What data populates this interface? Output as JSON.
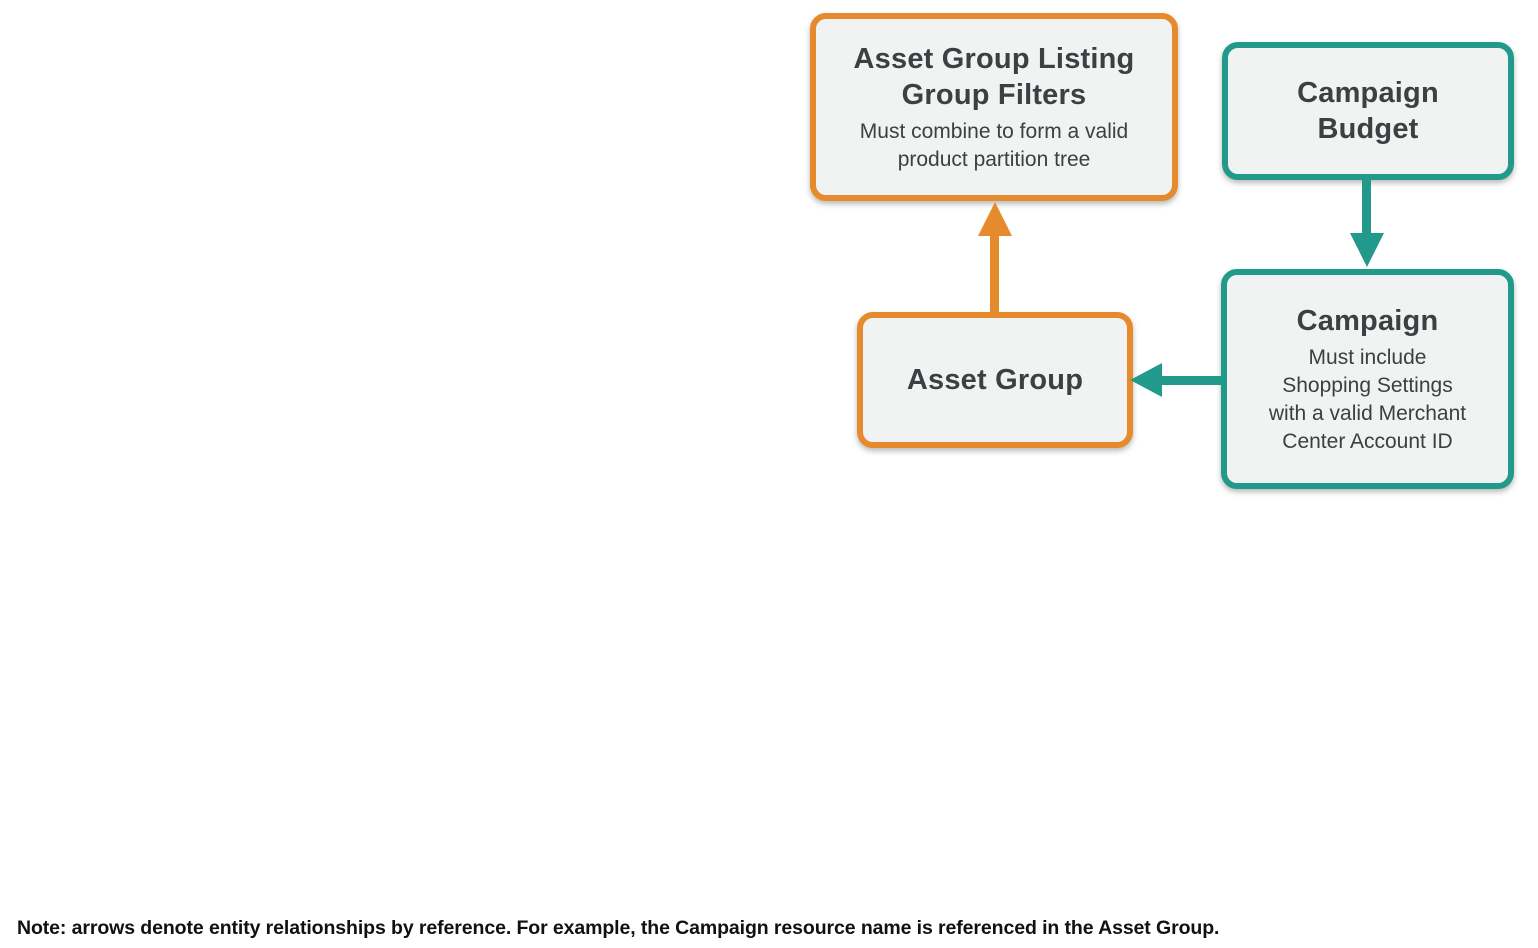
{
  "colors": {
    "orange_accent": "#E68A2E",
    "teal_accent": "#21998B",
    "node_fill": "#F1F2F2",
    "node_text": "#3C4043",
    "note_text": "#111111",
    "background": "#FFFFFF"
  },
  "nodes": {
    "listing_group_filters": {
      "title": "Asset Group Listing\nGroup Filters",
      "subtitle": "Must combine to form a valid\nproduct partition tree",
      "accent": "orange"
    },
    "campaign_budget": {
      "title": "Campaign\nBudget",
      "accent": "teal"
    },
    "campaign": {
      "title": "Campaign",
      "subtitle": "Must include\nShopping Settings\nwith a valid Merchant\nCenter Account ID",
      "accent": "teal"
    },
    "asset_group": {
      "title": "Asset Group",
      "accent": "orange"
    }
  },
  "edges": [
    {
      "from": "asset_group",
      "to": "listing_group_filters",
      "color": "orange",
      "direction": "up"
    },
    {
      "from": "campaign_budget",
      "to": "campaign",
      "color": "teal",
      "direction": "down"
    },
    {
      "from": "campaign",
      "to": "asset_group",
      "color": "teal",
      "direction": "left"
    }
  ],
  "note": "Note: arrows denote entity relationships by reference. For example, the Campaign resource name is referenced in the Asset Group."
}
